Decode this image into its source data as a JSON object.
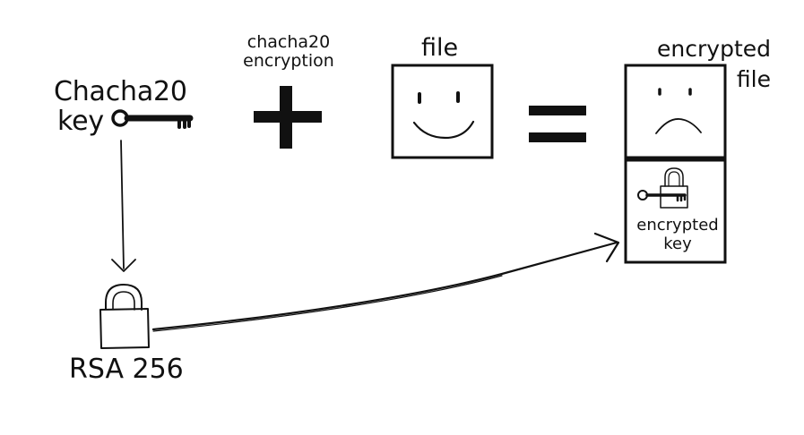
{
  "left_key": {
    "line1": "Chacha20",
    "line2": "key",
    "icon": "key-icon"
  },
  "encryption_op": {
    "line1": "chacha20",
    "line2": "encryption",
    "symbol": "plus-icon"
  },
  "input_file": {
    "label": "file",
    "icon": "happy-face-icon"
  },
  "equals_symbol": "equals-icon",
  "output_file": {
    "line1": "encrypted",
    "line2": "file",
    "icon": "sad-face-icon",
    "key_block": {
      "line1": "encrypted",
      "line2": "key",
      "icons": [
        "key-icon",
        "padlock-icon"
      ]
    }
  },
  "rsa": {
    "label": "RSA 256",
    "icon": "padlock-icon"
  },
  "colors": {
    "ink": "#111111",
    "background": "#ffffff"
  }
}
